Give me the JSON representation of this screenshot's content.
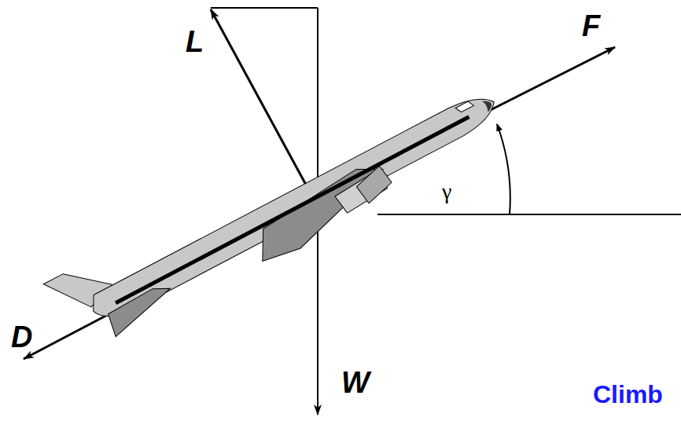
{
  "diagram": {
    "labels": [
      "L",
      "F",
      "D",
      "W",
      "γ",
      "Climb"
    ]
  }
}
